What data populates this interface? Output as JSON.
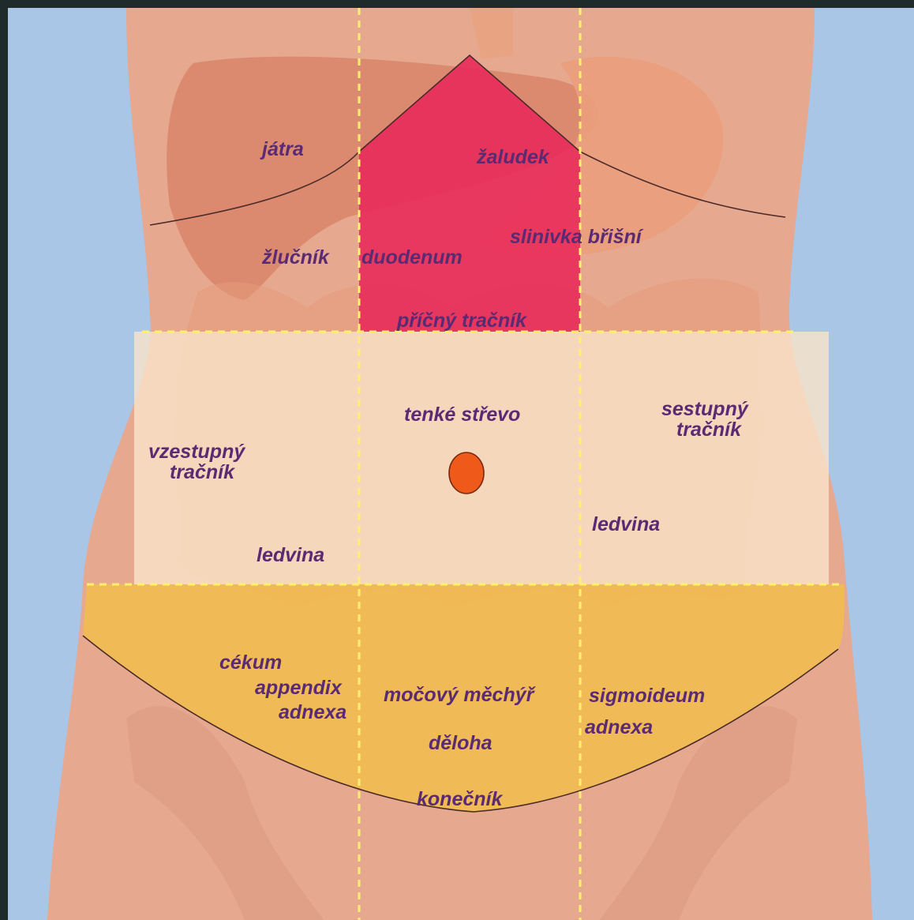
{
  "colors": {
    "background": "#a9c6e6",
    "skin": "#e6a88f",
    "epigastric_region": "#e8285a",
    "umbilical_band": "#f8e3c8",
    "hypogastric_band": "#f1bc4e",
    "grid_lines": "#fff26a",
    "navel": "#ef5a1a",
    "label_text": "#5a2a72"
  },
  "labels": {
    "jatra": "játra",
    "zaludek": "žaludek",
    "zlucnik": "žlučník",
    "duodenum": "duodenum",
    "slinivka": "slinivka břišní",
    "pricny": "příčný tračník",
    "tenke": "tenké střevo",
    "sestupny_1": "sestupný",
    "sestupny_2": "tračník",
    "vzestupny_1": "vzestupný",
    "vzestupny_2": "tračník",
    "ledvina_right": "ledvina",
    "ledvina_left": "ledvina",
    "cekum": "cékum",
    "appendix": "appendix",
    "adnexa_right": "adnexa",
    "mocovy": "močový měchýř",
    "sigmoideum": "sigmoideum",
    "adnexa_left": "adnexa",
    "deloha": "děloha",
    "konecnik": "konečník"
  }
}
